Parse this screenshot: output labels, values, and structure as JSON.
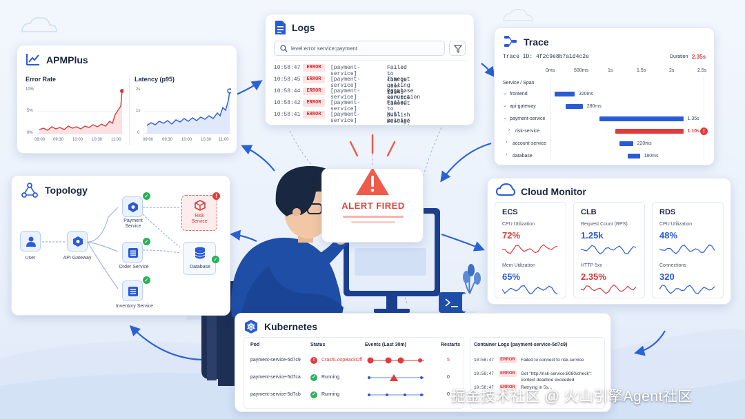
{
  "apm": {
    "title": "APMPlus",
    "error_rate": {
      "label": "Error Rate",
      "yticks": [
        "10%",
        "5%",
        "0%"
      ],
      "xticks": [
        "09:00",
        "09:30",
        "10:00",
        "10:30",
        "11:00"
      ]
    },
    "latency": {
      "label": "Latency (p95)",
      "yticks": [
        "2s",
        "1s",
        "0"
      ],
      "xticks": [
        "09:00",
        "09:30",
        "10:00",
        "10:30",
        "11:00"
      ]
    }
  },
  "logs": {
    "title": "Logs",
    "search_value": "level:error service:payment",
    "rows": [
      {
        "time": "10:58:47",
        "level": "ERROR",
        "service": "[payment-service]",
        "message": "Failed to charge user 12345"
      },
      {
        "time": "10:58:45",
        "level": "ERROR",
        "service": "[payment-service]",
        "message": "Timeout calling risk-service"
      },
      {
        "time": "10:58:44",
        "level": "ERROR",
        "service": "[payment-service]",
        "message": "Database connection timeout"
      },
      {
        "time": "10:58:42",
        "level": "ERROR",
        "service": "[payment-service]",
        "message": "Failed to publish message"
      },
      {
        "time": "10:58:41",
        "level": "ERROR",
        "service": "[payment-service]",
        "message": "Null pointer exception"
      }
    ]
  },
  "trace": {
    "title": "Trace",
    "trace_id": "Trace ID: 4f2c9e8b7a1d4c2e",
    "duration_label": "Duration",
    "duration_value": "2.35s",
    "axis": [
      "0ms",
      "500ms",
      "1s",
      "1.5s",
      "2s",
      "2.5s"
    ],
    "column_label": "Service / Span",
    "spans": [
      {
        "name": "frontend",
        "duration": "320ms",
        "start": 0.08,
        "length": 0.32
      },
      {
        "name": "api-gateway",
        "duration": "280ms",
        "start": 0.25,
        "length": 0.28
      },
      {
        "name": "payment-service",
        "duration": "1.35s",
        "start": 0.8,
        "length": 1.35
      },
      {
        "name": "risk-service",
        "duration": "1.10s",
        "start": 1.05,
        "length": 1.1,
        "error": true
      },
      {
        "name": "account-service",
        "duration": "220ms",
        "start": 1.12,
        "length": 0.22
      },
      {
        "name": "database",
        "duration": "180ms",
        "start": 1.25,
        "length": 0.18
      }
    ]
  },
  "topology": {
    "title": "Topology",
    "nodes": {
      "user": "User",
      "api_gateway": "API Gateway",
      "payment_l1": "Payment",
      "payment_l2": "Service",
      "order": "Order Service",
      "inventory": "Inventory Service",
      "risk_l1": "Risk",
      "risk_l2": "Service",
      "database": "Database"
    }
  },
  "alert": {
    "label": "ALERT FIRED"
  },
  "cloud": {
    "title": "Cloud Monitor",
    "boxes": [
      {
        "title": "ECS",
        "m1_label": "CPU Utilization",
        "m1_value": "72%",
        "m1_color": "#d63a3a",
        "m2_label": "Mem Utilization",
        "m2_value": "65%",
        "m2_color": "#2a5bd7"
      },
      {
        "title": "CLB",
        "m1_label": "Request Count (RPS)",
        "m1_value": "1.25k",
        "m1_color": "#2a5bd7",
        "m2_label": "HTTP 5xx",
        "m2_value": "2.35%",
        "m2_color": "#d63a3a"
      },
      {
        "title": "RDS",
        "m1_label": "CPU Utilization",
        "m1_value": "48%",
        "m1_color": "#2a5bd7",
        "m2_label": "Connections",
        "m2_value": "320",
        "m2_color": "#2a5bd7"
      }
    ]
  },
  "k8s": {
    "title": "Kubernetes",
    "headers": {
      "pod": "Pod",
      "status": "Status",
      "events": "Events (Last 30m)",
      "restarts": "Restarts",
      "logs": "Container Logs (payment-service-5d7c9)"
    },
    "pods": [
      {
        "name": "payment-service-5d7c9",
        "status": "CrashLoopBackOff",
        "restarts": "5",
        "error": true
      },
      {
        "name": "payment-service-5d7ca",
        "status": "Running",
        "restarts": "0",
        "error": false
      },
      {
        "name": "payment-service-5d7cb",
        "status": "Running",
        "restarts": "0",
        "error": false
      }
    ],
    "log_rows": [
      {
        "time": "10:58:47",
        "level": "ERROR",
        "msg1": "Failed to connect to risk-service",
        "msg2": ""
      },
      {
        "time": "10:58:47",
        "level": "ERROR",
        "msg1": "Get \"http://risk-service:8080/check\":",
        "msg2": "context deadline exceeded"
      },
      {
        "time": "10:58:47",
        "level": "ERROR",
        "msg1": "Retrying in 5s...",
        "msg2": ""
      }
    ]
  },
  "watermark": "掘金技术社区 @ 火山引擎Agent社区",
  "colors": {
    "accent": "#2a5bd7",
    "error": "#e23b3b",
    "ok": "#2bb15a"
  }
}
